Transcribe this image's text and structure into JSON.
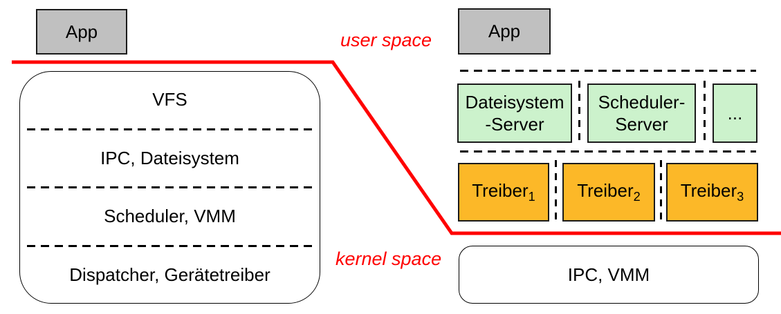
{
  "colors": {
    "boundary_red": "#ff0000",
    "app_gray": "#c0c0c0",
    "server_green": "#ccf2cc",
    "driver_orange": "#fcb828"
  },
  "boundary": {
    "user_space_label": "user space",
    "kernel_space_label": "kernel space"
  },
  "monolithic": {
    "app_label": "App",
    "kernel_layers": [
      "VFS",
      "IPC, Dateisystem",
      "Scheduler, VMM",
      "Dispatcher, Gerätetreiber"
    ]
  },
  "microkernel": {
    "app_label": "App",
    "servers": [
      {
        "line1": "Dateisystem",
        "line2": "-Server"
      },
      {
        "line1": "Scheduler-",
        "line2": "Server"
      },
      {
        "line1": "...",
        "line2": ""
      }
    ],
    "drivers": [
      {
        "base": "Treiber",
        "sub": "1"
      },
      {
        "base": "Treiber",
        "sub": "2"
      },
      {
        "base": "Treiber",
        "sub": "3"
      }
    ],
    "kernel_label": "IPC, VMM"
  }
}
